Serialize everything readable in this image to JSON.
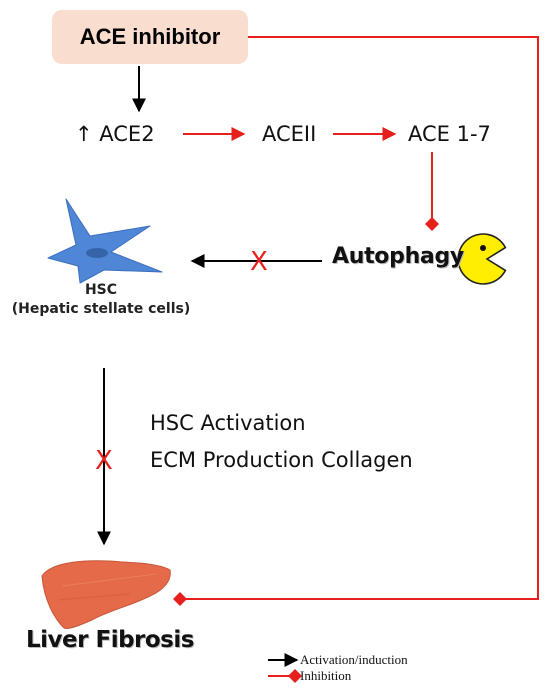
{
  "nodes": {
    "ace_inhibitor": "ACE inhibitor",
    "ace2": "↑ ACE2",
    "aceii": "ACEII",
    "ace17": "ACE 1-7",
    "autophagy": "Autophagy",
    "hsc_line1": "HSC",
    "hsc_line2": "(Hepatic stellate cells)",
    "hsc_activation": "HSC Activation",
    "ecm_production": "ECM Production Collagen",
    "liver_fibrosis": "Liver Fibrosis"
  },
  "blocked_marker": "X",
  "legend": {
    "activation": "Activation/induction",
    "inhibition": "Inhibition"
  },
  "colors": {
    "ace_box_fill": "#f9ddcf",
    "activation_arrow": "#000000",
    "inhibition_arrow": "#e5201d",
    "hsc_cell": "#4f86d6",
    "pacman": "#ffee00",
    "liver": "#e46a4a"
  },
  "icons": [
    "hepatic-stellate-cell-icon",
    "pacman-icon",
    "liver-icon"
  ]
}
